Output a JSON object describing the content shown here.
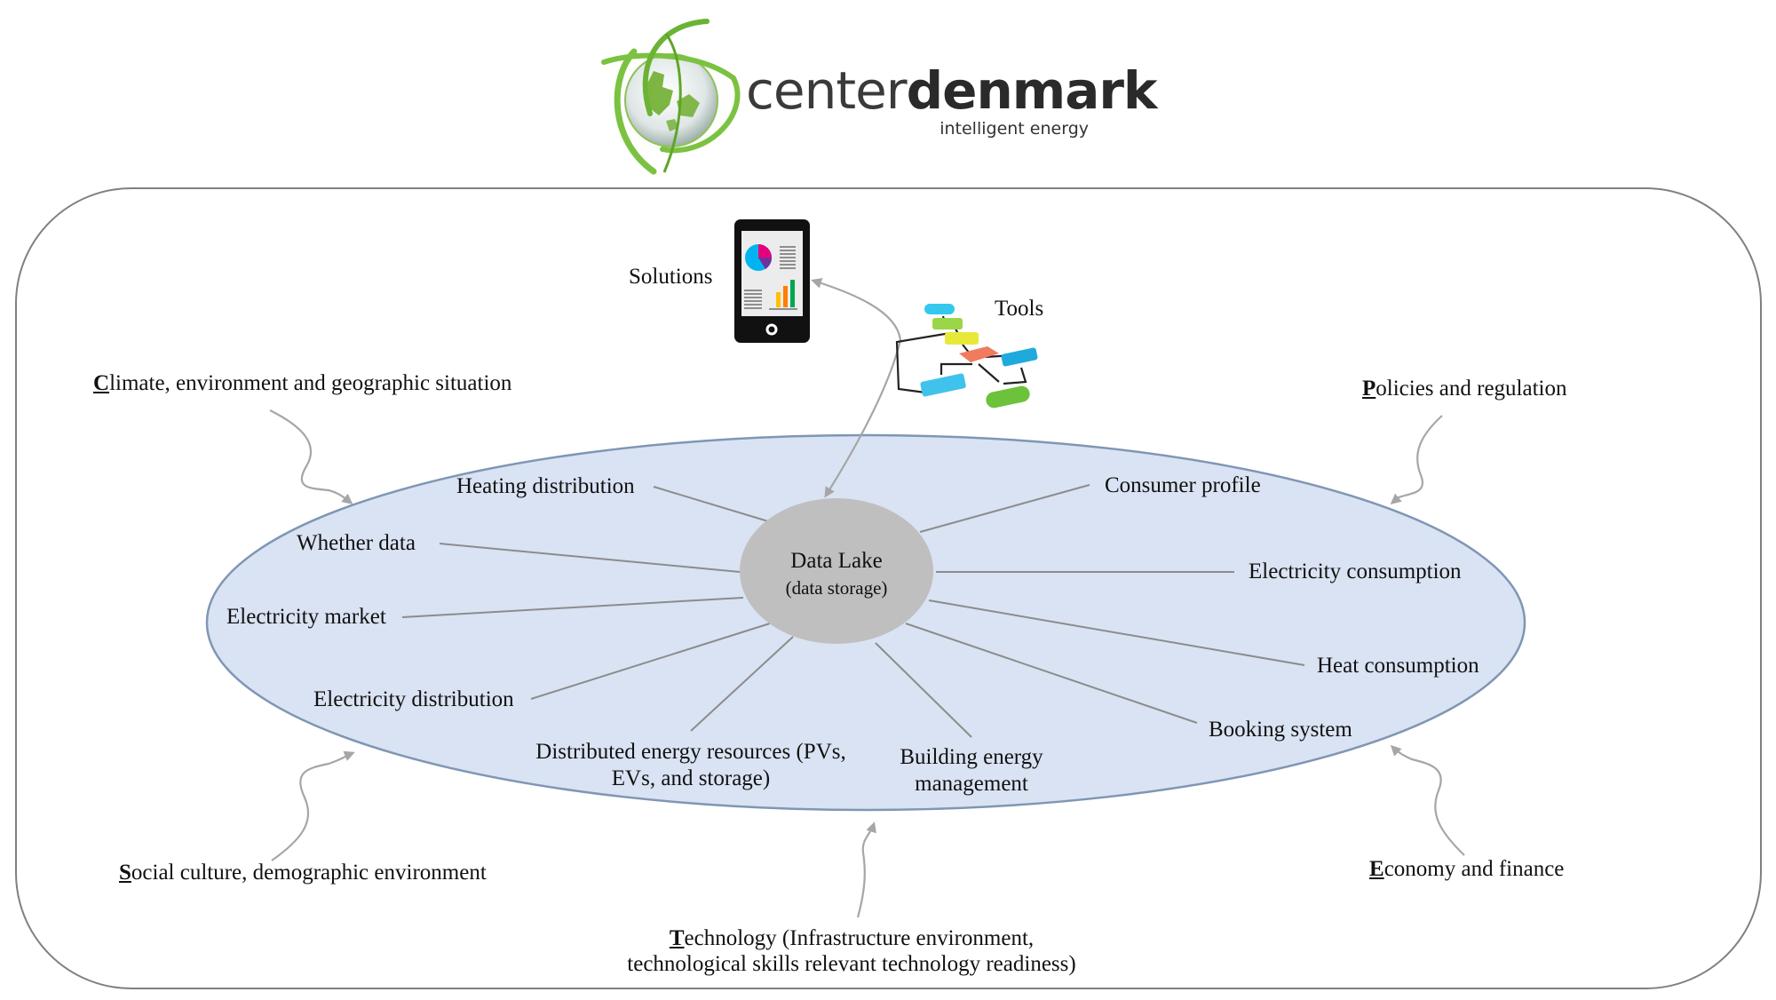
{
  "logo": {
    "brand_light": "center",
    "brand_bold": "denmark",
    "tagline": "intelligent energy",
    "colors": {
      "green": "#7cc242",
      "dark_green": "#4f9a1e",
      "text_light": "#3a3a3a",
      "text_bold": "#2a2a2a"
    }
  },
  "diagram": {
    "center": {
      "title": "Data Lake",
      "subtitle": "(data storage)"
    },
    "outputs": {
      "solutions": {
        "label": "Solutions",
        "icon": "tablet-dashboard-icon"
      },
      "tools": {
        "label": "Tools",
        "icon": "flowchart-icon"
      }
    },
    "data_sources": [
      {
        "label": "Heating distribution"
      },
      {
        "label": "Whether data"
      },
      {
        "label": "Electricity market"
      },
      {
        "label": "Electricity distribution"
      },
      {
        "label": "Distributed energy resources (PVs,",
        "label2": "EVs, and storage)"
      },
      {
        "label": "Building energy",
        "label2": "management"
      },
      {
        "label": "Booking system"
      },
      {
        "label": "Heat consumption"
      },
      {
        "label": "Electricity consumption"
      },
      {
        "label": "Consumer profile"
      }
    ],
    "factors": {
      "climate": {
        "initial": "C",
        "rest": "limate, environment and geographic situation"
      },
      "policies": {
        "initial": "P",
        "rest": "olicies and regulation"
      },
      "social": {
        "initial": "S",
        "rest": "ocial culture, demographic environment"
      },
      "economy": {
        "initial": "E",
        "rest": "conomy and finance"
      },
      "technology": {
        "initial": "T",
        "rest": "echnology (Infrastructure environment,",
        "line2": "technological skills relevant technology readiness)"
      }
    },
    "colors": {
      "ellipse_fill": "#dae3f3",
      "ellipse_stroke": "#7f96b4",
      "center_fill": "#bfbfbf",
      "connector": "#8c8c8c",
      "arrow": "#a6a6a6",
      "frame": "#808080"
    }
  }
}
